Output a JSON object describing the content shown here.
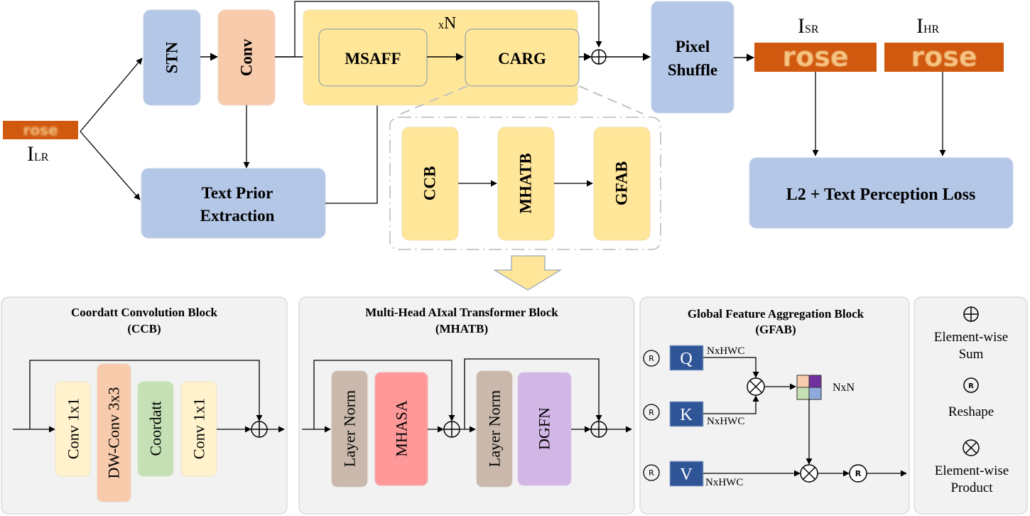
{
  "top": {
    "input_image": {
      "word": "rose",
      "label_main": "I",
      "label_sub": "LR"
    },
    "stn": "STN",
    "conv": "Conv",
    "repeat_label_x": "x",
    "repeat_label_n": "N",
    "msaff": "MSAFF",
    "carg": "CARG",
    "text_prior": [
      "Text Prior",
      "Extraction"
    ],
    "pixel_shuffle": [
      "Pixel",
      "Shuffle"
    ],
    "sr_image": {
      "word": "rose",
      "label_main": "I",
      "label_sub": "SR"
    },
    "hr_image": {
      "word": "rose",
      "label_main": "I",
      "label_sub": "HR"
    },
    "loss": "L2 + Text Perception Loss",
    "carg_expansion": [
      "CCB",
      "MHATB",
      "GFAB"
    ]
  },
  "ccb": {
    "title": "Coordatt Convolution Block",
    "subtitle": "(CCB)",
    "blocks": [
      "Conv 1x1",
      "DW-Conv 3x3",
      "Coordatt",
      "Conv 1x1"
    ]
  },
  "mhatb": {
    "title": "Multi-Head AIxal Transformer Block",
    "subtitle": "(MHATB)",
    "blocks": [
      "Layer Norm",
      "MHASA",
      "Layer Norm",
      "DGFN"
    ]
  },
  "gfab": {
    "title": "Global Feature Aggregation Block",
    "subtitle": "(GFAB)",
    "q": "Q",
    "k": "K",
    "v": "V",
    "q_dim": "NxHWC",
    "k_dim": "NxHWC",
    "v_dim": "NxHWC",
    "attn_dim": "NxN",
    "reshape_glyph": "R",
    "attn_colors": [
      "#f8cbad",
      "#7030a0",
      "#c5e0b4",
      "#8faadc"
    ]
  },
  "legend": {
    "sum_label": [
      "Element-wise",
      "Sum"
    ],
    "reshape_label": "Reshape",
    "reshape_glyph": "R",
    "product_label": [
      "Element-wise",
      "Product"
    ]
  }
}
